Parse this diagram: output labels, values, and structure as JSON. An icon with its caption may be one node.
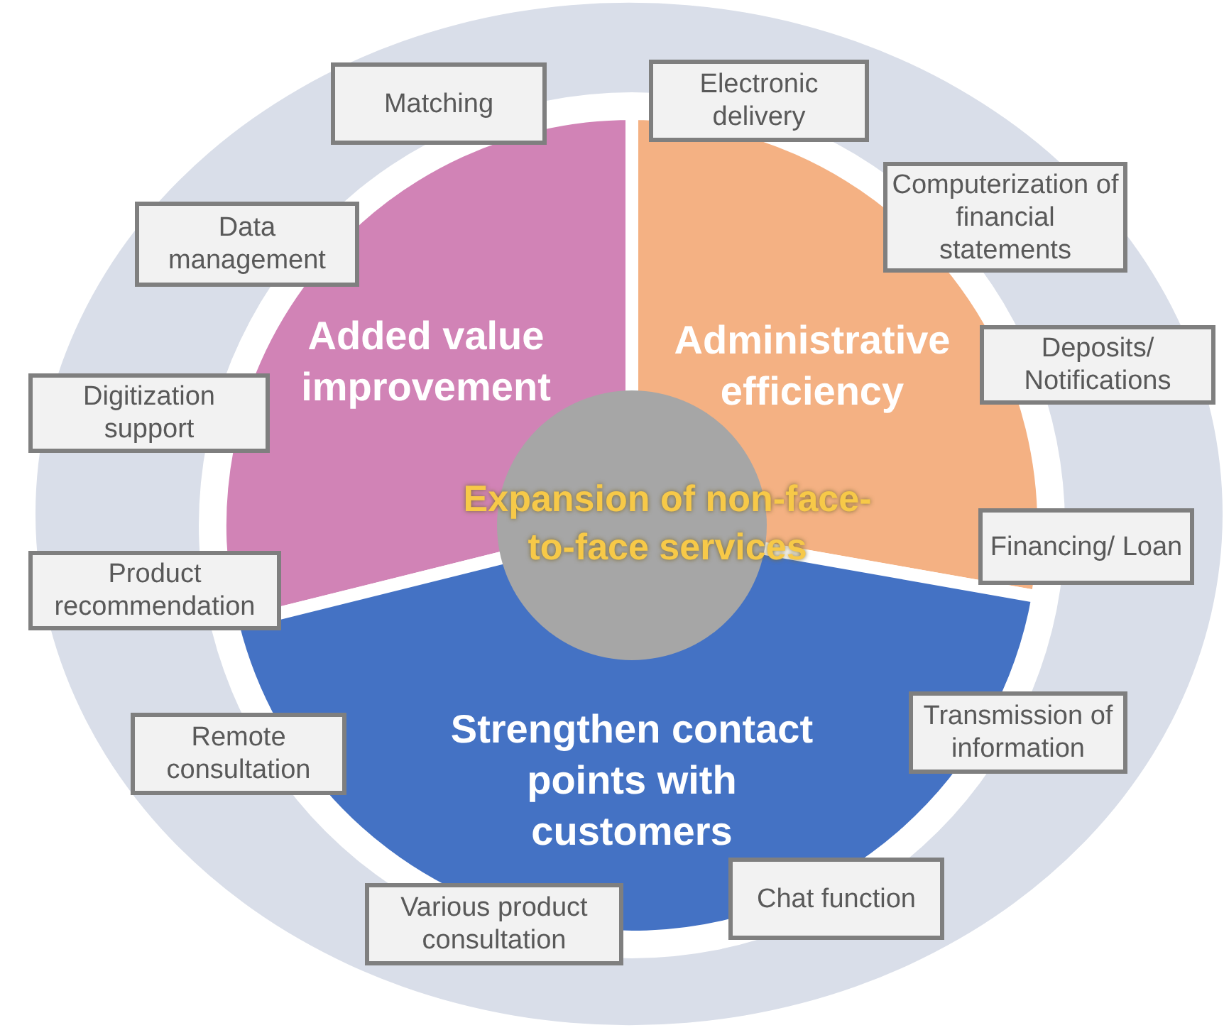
{
  "diagram": {
    "nodes": [
      {
        "text": [
          "Matching"
        ]
      },
      {
        "text": [
          "Electronic delivery"
        ]
      },
      {
        "text": [
          "Computerization of financial statements"
        ]
      },
      {
        "text": [
          "Data management"
        ]
      },
      {
        "text": [
          "Added value improvement"
        ]
      },
      {
        "text": [
          "Administrative efficiency"
        ]
      },
      {
        "text": [
          "Deposits/ Notifications"
        ]
      },
      {
        "text": [
          "Digitization support"
        ]
      },
      {
        "text": [
          "Expansion of non-face-to-face services"
        ]
      },
      {
        "text": [
          "Financing/ Loan"
        ]
      },
      {
        "text": [
          "Product recommendation"
        ]
      },
      {
        "text": [
          "Transmission of information"
        ]
      },
      {
        "text": [
          "Remote consultation"
        ]
      },
      {
        "text": [
          "Strengthen contact points with customers"
        ]
      },
      {
        "text": [
          "Chat function"
        ]
      },
      {
        "text": [
          "Various product consultation"
        ]
      }
    ]
  }
}
